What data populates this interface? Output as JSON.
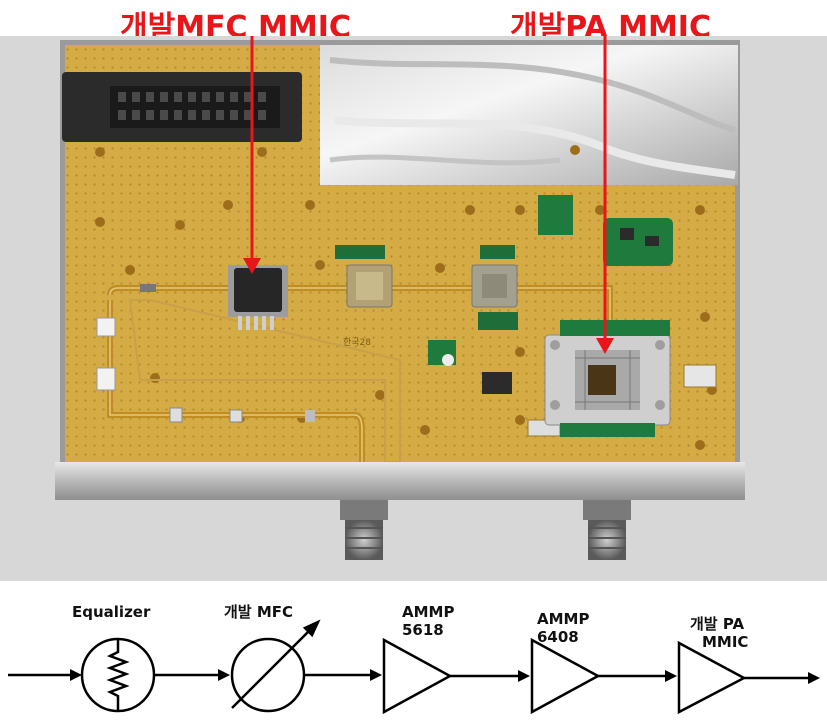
{
  "callouts": {
    "mfc": "개발MFC MMIC",
    "pa": "개발PA MMIC"
  },
  "colors": {
    "callout": "#e8161b",
    "board": "#d9b24a",
    "trace": "#c89a2e",
    "metal": "#c8c8c8"
  },
  "photo": {
    "board_marking": "한국28"
  },
  "diagram": {
    "equalizer": "Equalizer",
    "mfc": "개발 MFC",
    "ammp1_line1": "AMMP",
    "ammp1_line2": "5618",
    "ammp2_line1": "AMMP",
    "ammp2_line2": "6408",
    "pa_line1": "개발 PA",
    "pa_line2": "MMIC"
  }
}
